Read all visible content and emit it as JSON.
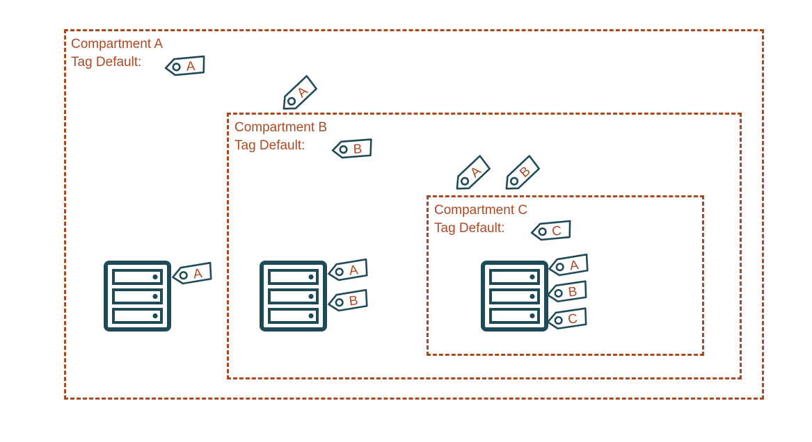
{
  "colors": {
    "compartment_border": "#a9491f",
    "label_text": "#ab4a24",
    "tag_letter_text": "#ab4a24",
    "icon_outline": "#1f4b58",
    "background": "#ffffff"
  },
  "icons": {
    "server": "server-icon",
    "tag": "tag-icon"
  },
  "compartments": [
    {
      "id": "a",
      "title": "Compartment A",
      "tag_default_label": "Tag Default:",
      "tag_default_letter": "A"
    },
    {
      "id": "b",
      "title": "Compartment B",
      "tag_default_label": "Tag Default:",
      "tag_default_letter": "B"
    },
    {
      "id": "c",
      "title": "Compartment C",
      "tag_default_label": "Tag Default:",
      "tag_default_letter": "C"
    }
  ],
  "floating_tags": [
    {
      "location": "above-compartment-b-border",
      "letter": "A"
    },
    {
      "location": "above-compartment-c-border",
      "letter": "A"
    },
    {
      "location": "above-compartment-c-border",
      "letter": "B"
    }
  ],
  "servers": [
    {
      "compartment": "A",
      "applied_tags": [
        "A"
      ]
    },
    {
      "compartment": "B",
      "applied_tags": [
        "A",
        "B"
      ]
    },
    {
      "compartment": "C",
      "applied_tags": [
        "A",
        "B",
        "C"
      ]
    }
  ]
}
